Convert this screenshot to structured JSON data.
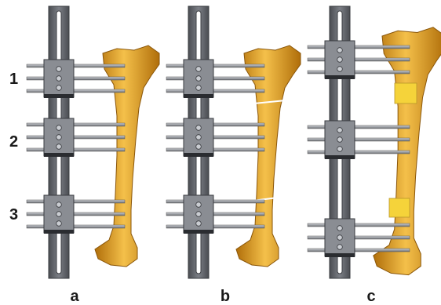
{
  "figure": {
    "panels": [
      {
        "id": "a",
        "label": "a",
        "cut_osteotomy": false,
        "bone_transport_segments": false
      },
      {
        "id": "b",
        "label": "b",
        "cut_osteotomy": true,
        "bone_transport_segments": false
      },
      {
        "id": "c",
        "label": "c",
        "cut_osteotomy": false,
        "bone_transport_segments": true
      }
    ],
    "clamp_labels": [
      "1",
      "2",
      "3"
    ],
    "colors": {
      "bone": "#e09a1c",
      "bone_dark": "#b06e0a",
      "bone_light": "#f4c04a",
      "regenerate": "#f5d33a",
      "rail": "#7c7f86",
      "rail_dark": "#4a4d52",
      "clamp": "#8a8d93",
      "pin": "#9ea2a8"
    }
  }
}
